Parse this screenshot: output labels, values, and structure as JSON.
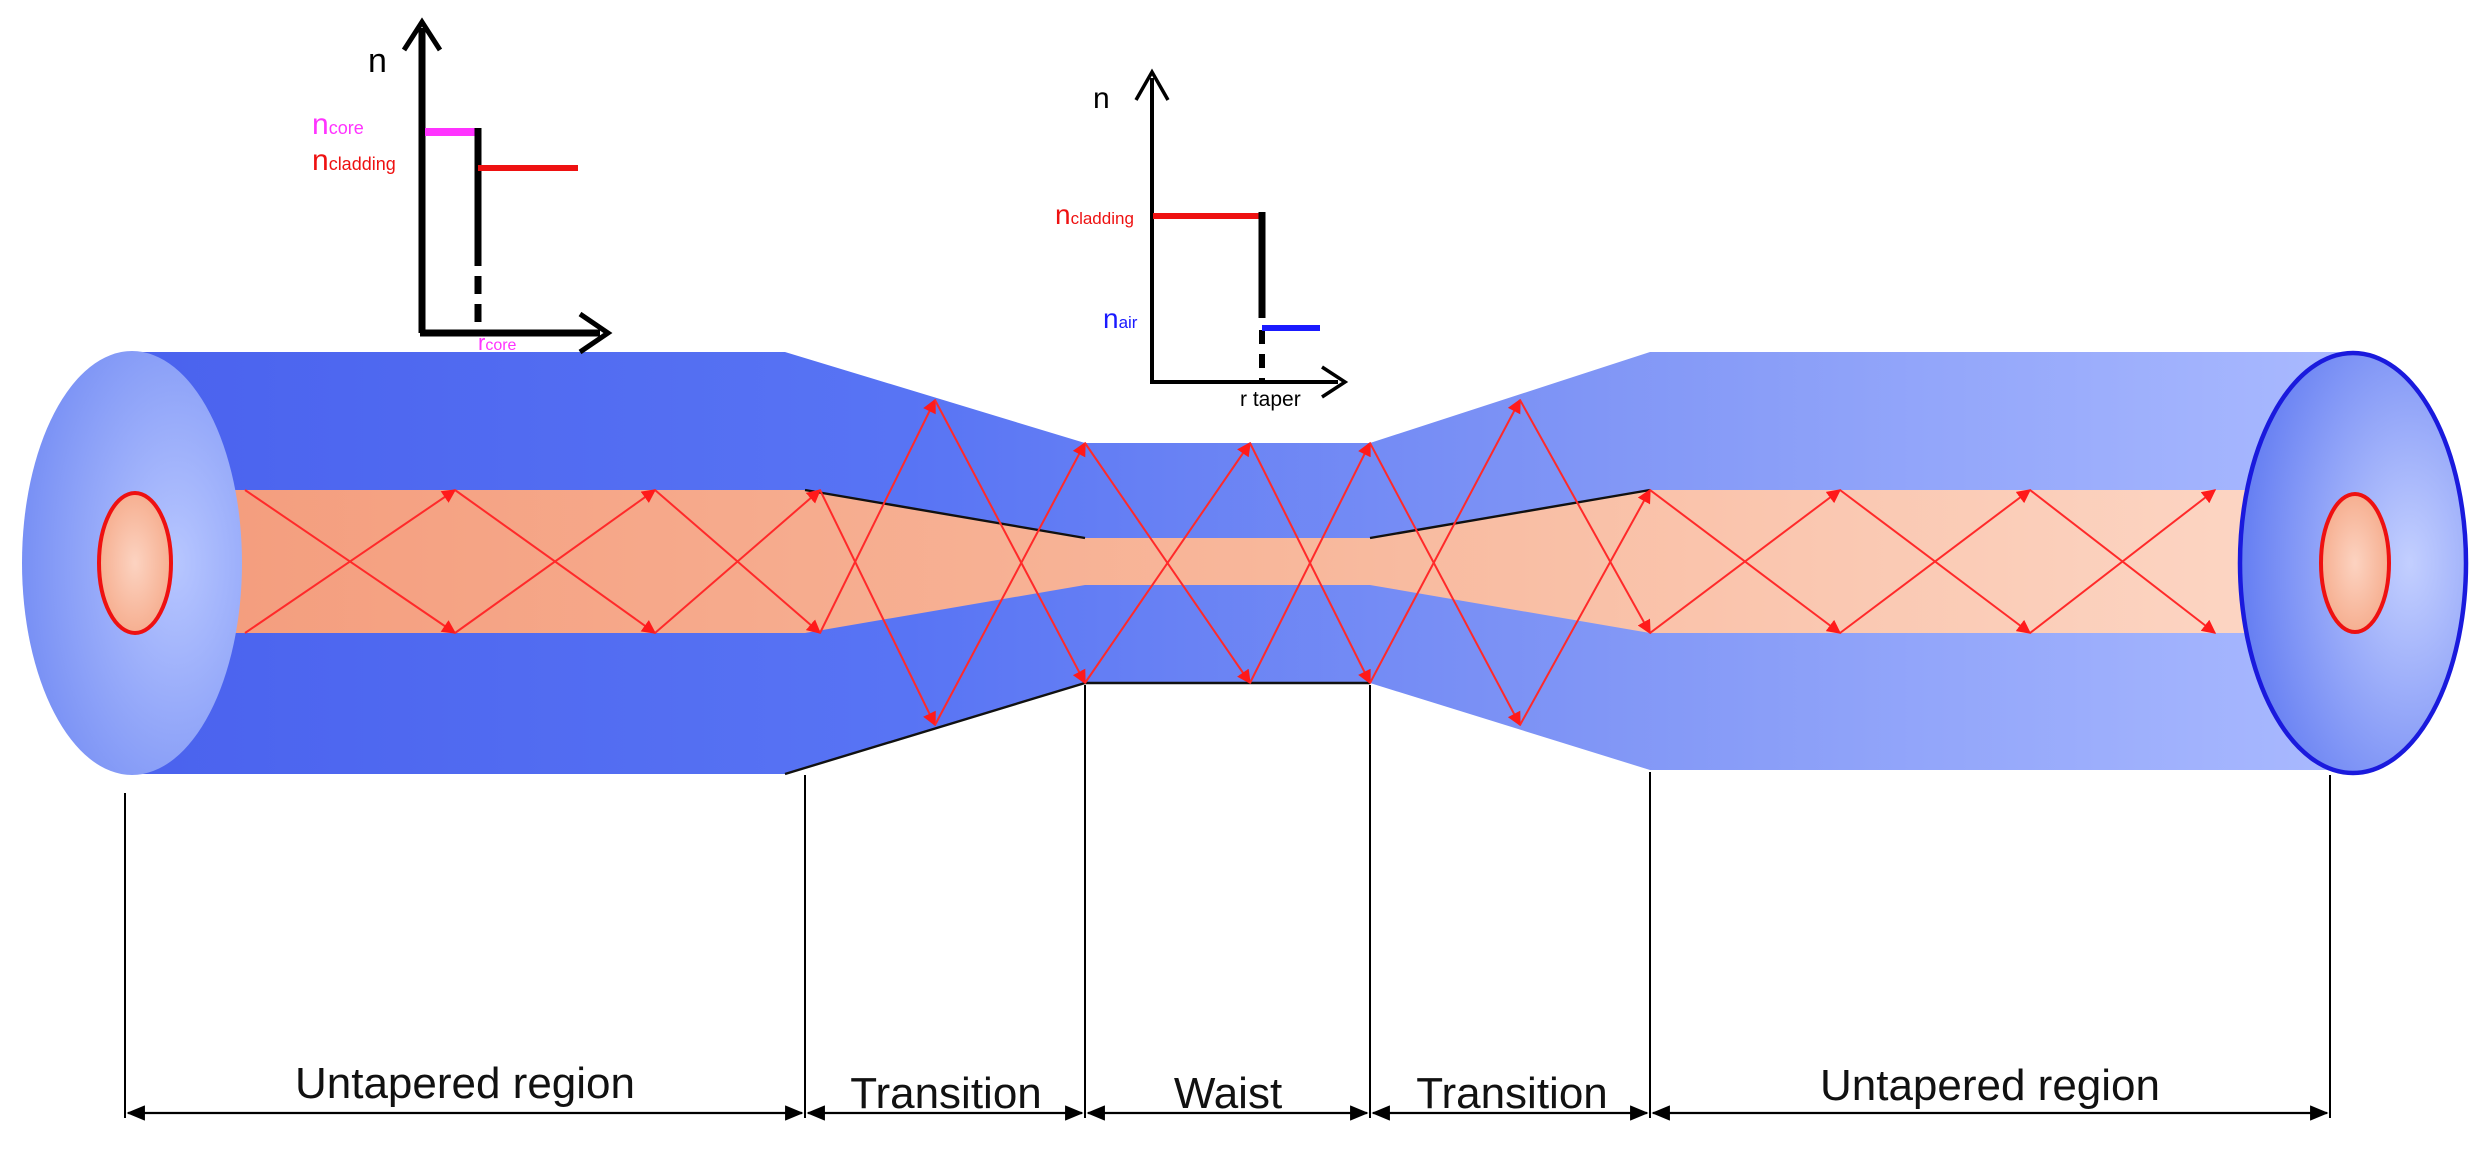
{
  "colors": {
    "fiber_blue_dark": "#4a62ee",
    "fiber_blue_light": "#a9b9ff",
    "core_salmon": "#f6a98a",
    "core_light": "#fbd4c2",
    "ray_red": "#ff2020",
    "core_outline_red": "#ee1111",
    "graph_axis": "#000000",
    "graph_core_magenta": "#ff33ff",
    "graph_cladding_red": "#ee1111",
    "graph_air_blue": "#1a1aff",
    "end_outline_blue": "#1a1add"
  },
  "graph_untapered": {
    "axis_n": "n",
    "n_core": "n",
    "n_core_sub": "core",
    "n_cladding": "n",
    "n_cladding_sub": "cladding",
    "r_axis": "r",
    "r_axis_sub": "core"
  },
  "graph_waist": {
    "axis_n": "n",
    "n_cladding": "n",
    "n_cladding_sub": "cladding",
    "n_air": "n",
    "n_air_sub": "air",
    "r_axis": "r taper"
  },
  "regions": [
    {
      "label": "Untapered region"
    },
    {
      "label": "Transition"
    },
    {
      "label": "Waist"
    },
    {
      "label": "Transition"
    },
    {
      "label": "Untapered region"
    }
  ]
}
